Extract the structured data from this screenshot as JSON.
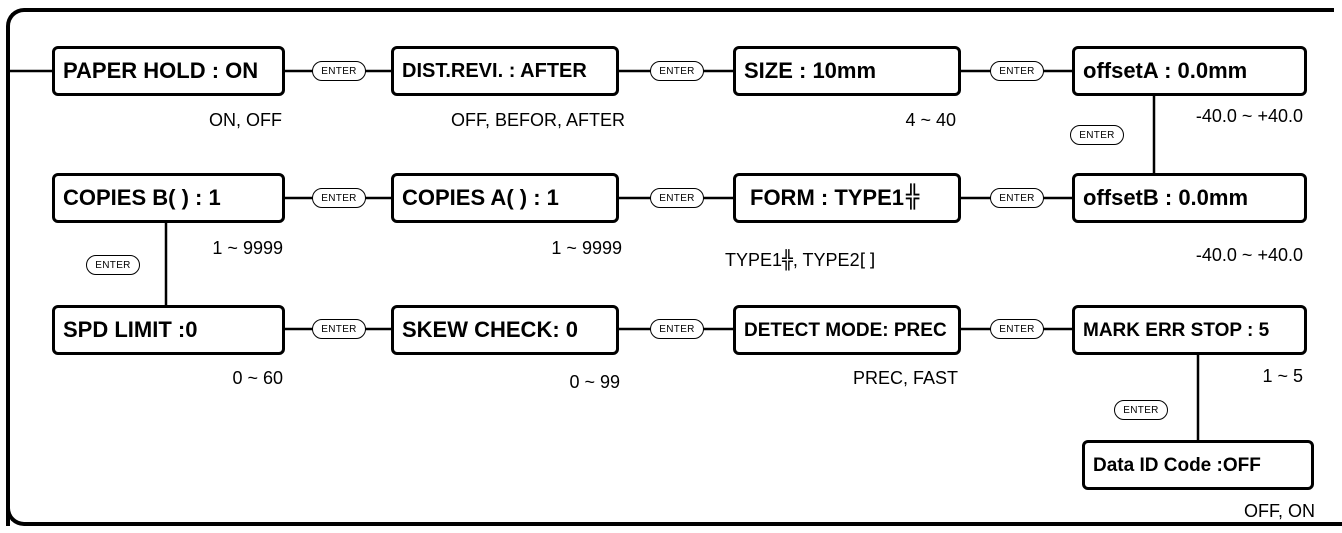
{
  "settings": [
    {
      "key": "paper_hold",
      "label": "PAPER HOLD : ON",
      "range": "ON, OFF"
    },
    {
      "key": "dist_revi",
      "label": "DIST.REVI. : AFTER",
      "range": "OFF, BEFOR, AFTER"
    },
    {
      "key": "size",
      "label": "SIZE : 10mm",
      "range": "4 ~ 40"
    },
    {
      "key": "offset_a",
      "label": "offsetA : 0.0mm",
      "range": "-40.0 ~ +40.0"
    },
    {
      "key": "offset_b",
      "label": "offsetB : 0.0mm",
      "range": "-40.0 ~ +40.0"
    },
    {
      "key": "form",
      "label": "FORM : TYPE1",
      "label_mark": "╬",
      "range": "TYPE1",
      "range_mark1": "╬",
      "range_mid": ", TYPE2",
      "range_mark2": "[ ]"
    },
    {
      "key": "copies_a",
      "label": "COPIES A( ) : 1",
      "range": "1 ~ 9999"
    },
    {
      "key": "copies_b",
      "label": "COPIES B( ) : 1",
      "range": "1 ~ 9999"
    },
    {
      "key": "spd_limit",
      "label": "SPD LIMIT :0",
      "range": "0 ~ 60"
    },
    {
      "key": "skew_check",
      "label": "SKEW CHECK: 0",
      "range": "0 ~ 99"
    },
    {
      "key": "detect_mode",
      "label": "DETECT MODE: PREC",
      "range": "PREC, FAST"
    },
    {
      "key": "mark_err_stop",
      "label": "MARK ERR STOP : 5",
      "range": "1 ~ 5"
    },
    {
      "key": "data_id_code",
      "label": "Data ID Code :OFF",
      "range": "OFF, ON"
    }
  ],
  "enter_label": "ENTER"
}
